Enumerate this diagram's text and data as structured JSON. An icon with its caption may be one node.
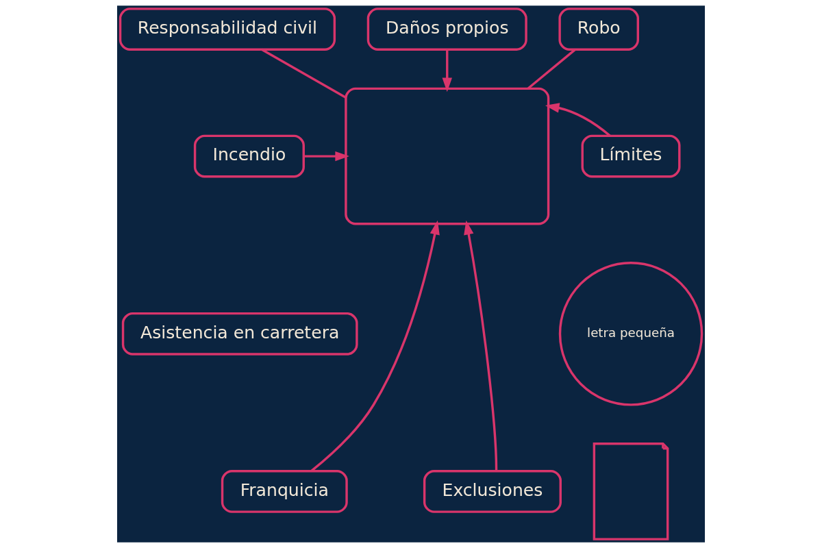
{
  "diagram": {
    "nodes": [
      {
        "text": [
          "Responsabilidad civil"
        ]
      },
      {
        "text": [
          "Daños propios"
        ]
      },
      {
        "text": [
          "Robo"
        ]
      },
      {
        "text": [
          "Incendio"
        ]
      },
      {
        "text": [],
        "shape": "box"
      },
      {
        "text": [
          "Límites"
        ]
      },
      {
        "text": [
          "Asistencia en carretera"
        ]
      },
      {
        "text": [
          "letra pequeña"
        ]
      },
      {
        "text": [],
        "shape": "document"
      },
      {
        "text": [
          "Franquicia"
        ]
      },
      {
        "text": [
          "Exclusiones"
        ]
      }
    ],
    "edges": [
      {
        "from": 0,
        "to": 4,
        "arrow": "none"
      },
      {
        "from": 1,
        "to": 4,
        "arrow": "to"
      },
      {
        "from": 2,
        "to": 4,
        "arrow": "none"
      },
      {
        "from": 3,
        "to": 4,
        "arrow": "to"
      },
      {
        "from": 5,
        "to": 4,
        "arrow": "to"
      },
      {
        "from": 9,
        "to": 4,
        "arrow": "to"
      },
      {
        "from": 10,
        "to": 4,
        "arrow": "to"
      }
    ]
  }
}
